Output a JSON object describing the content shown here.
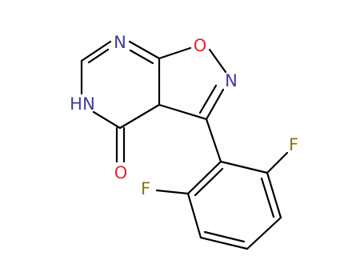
{
  "molecule": {
    "atoms": {
      "n1": {
        "label": "N",
        "color": "#3b3b9a"
      },
      "o1": {
        "label": "O",
        "color": "#e8262b"
      },
      "n2": {
        "label": "N",
        "color": "#3b3b9a"
      },
      "nh": {
        "label": "H",
        "prefix": "N",
        "color": "#3b3b9a"
      },
      "o2": {
        "label": "O",
        "color": "#e8262b"
      },
      "f1": {
        "label": "F",
        "color": "#8a7512"
      },
      "f2": {
        "label": "F",
        "color": "#8a7512"
      }
    },
    "bond_color": "#000000"
  }
}
